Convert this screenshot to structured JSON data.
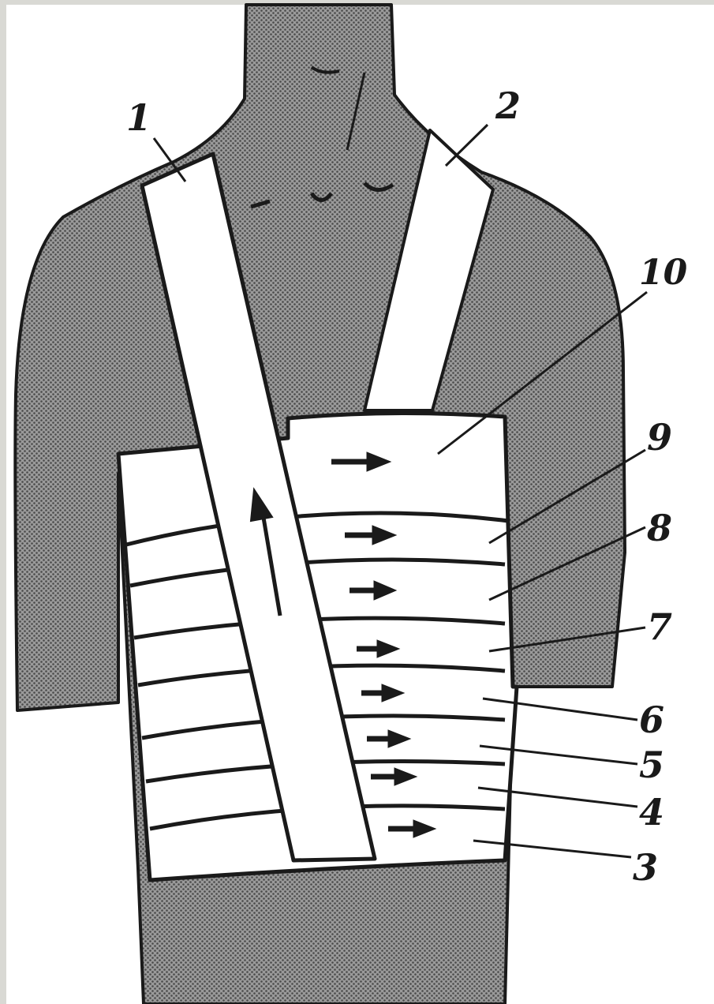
{
  "colors": {
    "page_border": "#d9d9d4",
    "background": "#ffffff",
    "skin_fill": "#8a8a8a",
    "bandage": "#ffffff",
    "ink": "#1a1a1a"
  },
  "labels": {
    "strap_left": "1",
    "strap_right": "2",
    "turn_3": "3",
    "turn_4": "4",
    "turn_5": "5",
    "turn_6": "6",
    "turn_7": "7",
    "turn_8": "8",
    "turn_9": "9",
    "turn_10": "10"
  },
  "icons": [
    "direction-arrow-icon"
  ]
}
